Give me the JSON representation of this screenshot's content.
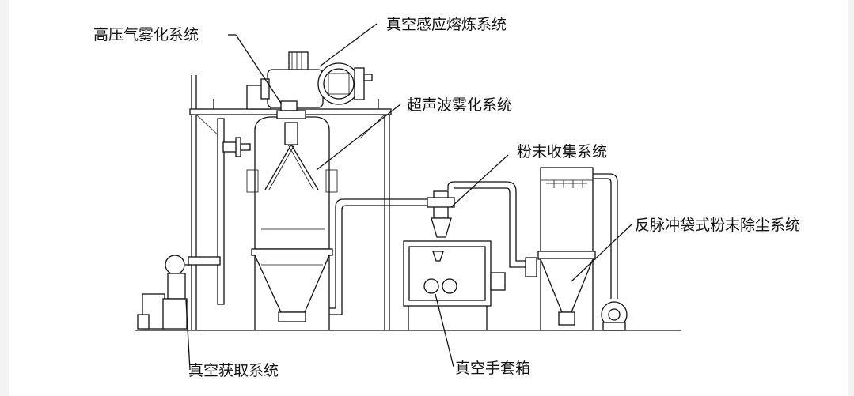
{
  "labels": {
    "high_pressure_gas_atomization": "高压气雾化系统",
    "vacuum_induction_melting": "真空感应熔炼系统",
    "ultrasonic_atomization": "超声波雾化系统",
    "powder_collection": "粉末收集系统",
    "pulse_bag_dust_removal": "反脉冲袋式粉末除尘系统",
    "vacuum_acquisition": "真空获取系统",
    "vacuum_glove_box": "真空手套箱"
  },
  "colors": {
    "line": "#111111",
    "background": "#ffffff",
    "margin": "#f3f3f3"
  }
}
